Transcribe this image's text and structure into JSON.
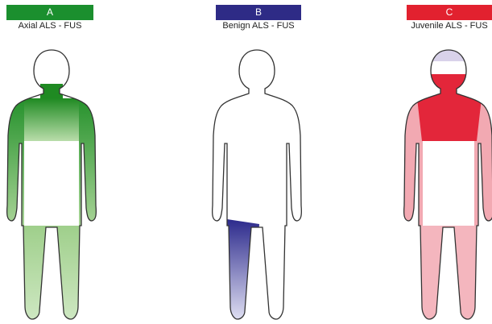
{
  "panels": [
    {
      "letter": "A",
      "caption": "Axial ALS - FUS",
      "color": "#1b8f2e"
    },
    {
      "letter": "B",
      "caption": "Benign ALS - FUS",
      "color": "#2e2b86"
    },
    {
      "letter": "C",
      "caption": "Juvenile ALS - FUS",
      "color": "#e2212f"
    }
  ],
  "colors": {
    "outline": "#333333",
    "green_dark": "#1f8a22",
    "green_light": "#a9d497",
    "blue_dark": "#2c2a8c",
    "blue_light": "#dcdcf2",
    "red": "#e3263a",
    "pink": "#f2a9b2",
    "lavender": "#d9d2ea"
  }
}
